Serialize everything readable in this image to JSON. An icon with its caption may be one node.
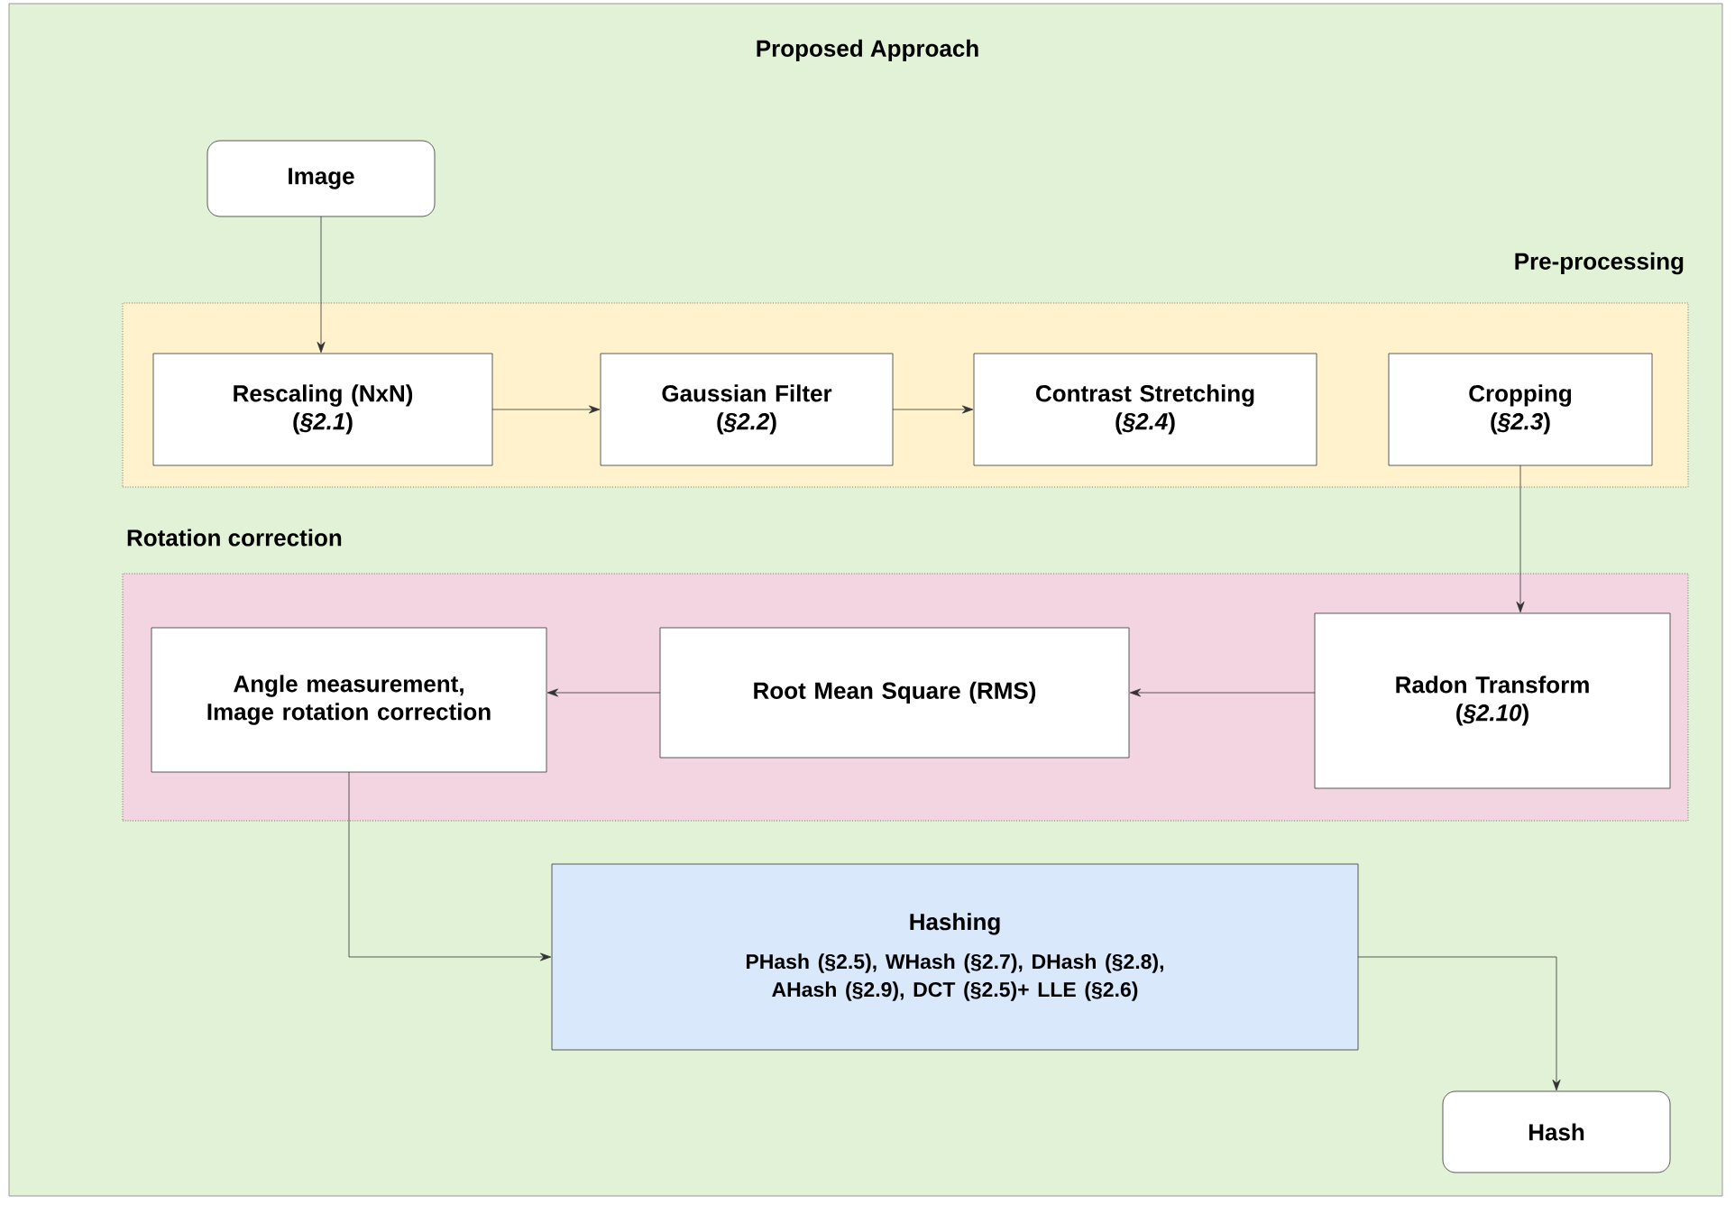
{
  "diagram": {
    "title": "Proposed Approach",
    "nodes": [
      {
        "text": [],
        "shape": "box"
      },
      {
        "text": [
          "Image"
        ],
        "in": 0
      },
      {
        "text": [
          "Pre-processing"
        ],
        "in": 0
      },
      {
        "text": [
          "Rescaling (NxN)",
          "(*§2.1*)"
        ],
        "in": 2
      },
      {
        "text": [
          "Gaussian Filter",
          "(*§2.2*)"
        ],
        "in": 2
      },
      {
        "text": [
          "Contrast Stretching",
          "(*§2.4*)"
        ],
        "in": 2
      },
      {
        "text": [
          "Cropping",
          "(*§2.3*)"
        ],
        "in": 2
      },
      {
        "text": [
          "Rotation correction"
        ],
        "in": 0
      },
      {
        "text": [
          "Angle measurement, Image rotation correction"
        ],
        "in": 7
      },
      {
        "text": [
          "Root Mean Square (RMS)"
        ],
        "in": 7
      },
      {
        "text": [
          "Radon Transform",
          "(*§2.10*)"
        ],
        "in": 7
      },
      {
        "text": [
          "Hashing",
          "PHash (§2.5), WHash (§2.7), DHash (§2.8), AHash (§2.9), DCT (§2.5)+ LLE (§2.6)"
        ],
        "in": 0
      },
      {
        "text": [
          "Hash"
        ],
        "in": 0
      }
    ],
    "edges": [
      {
        "from": 1,
        "to": 3,
        "arrow": "to"
      },
      {
        "from": 3,
        "to": 4,
        "arrow": "to"
      },
      {
        "from": 4,
        "to": 5,
        "arrow": "to"
      },
      {
        "from": 6,
        "to": 10,
        "arrow": "to"
      },
      {
        "from": 10,
        "to": 9,
        "arrow": "to"
      },
      {
        "from": 9,
        "to": 8,
        "arrow": "to"
      },
      {
        "from": 8,
        "to": 11,
        "arrow": "to"
      },
      {
        "from": 11,
        "to": 12,
        "arrow": "to"
      }
    ]
  }
}
